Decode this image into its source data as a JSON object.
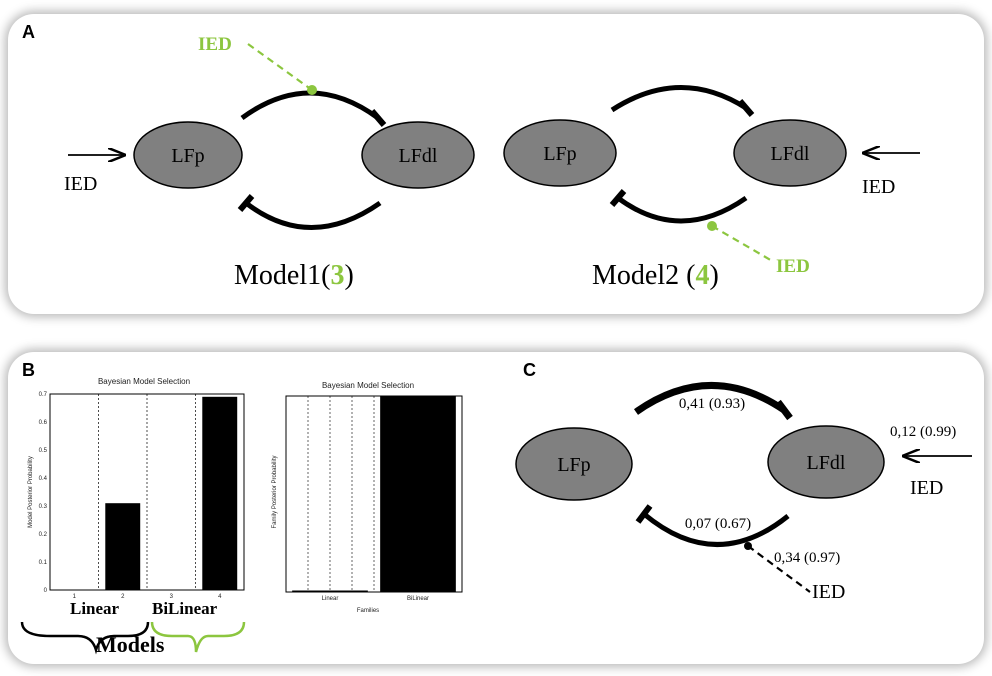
{
  "panel_a": {
    "label": "A",
    "model1": {
      "node_left": "LFp",
      "node_right": "LFdl",
      "input_label": "IED",
      "modulator_label": "IED",
      "title_prefix": "Model1(",
      "title_number": "3",
      "title_suffix": ")"
    },
    "model2": {
      "node_left": "LFp",
      "node_right": "LFdl",
      "input_label": "IED",
      "modulator_label": "IED",
      "title_prefix": "Model2  (",
      "title_number": "4",
      "title_suffix": ")"
    },
    "colors": {
      "node_fill": "#808080",
      "modulation": "#8cc63f"
    }
  },
  "panel_b": {
    "label": "B",
    "left_chart": {
      "title": "Bayesian Model Selection",
      "ylabel": "Model Posterior Probability",
      "x_ticks": [
        "1",
        "2",
        "3",
        "4"
      ],
      "y_ticks": [
        "0",
        "0.1",
        "0.2",
        "0.3",
        "0.4",
        "0.5",
        "0.6",
        "0.7"
      ]
    },
    "right_chart": {
      "title": "Bayesian Model Selection",
      "ylabel": "Family Posterior Probability",
      "xlabel": "Families",
      "x_ticks": [
        "Linear",
        "BiLinear"
      ]
    },
    "group_linear": "Linear",
    "group_bilinear": "BiLinear",
    "models_label": "Models",
    "colors": {
      "linear_brace": "#000000",
      "bilinear_brace": "#8cc63f"
    }
  },
  "chart_data": [
    {
      "type": "bar",
      "title": "Bayesian Model Selection",
      "ylabel": "Model Posterior Probability",
      "categories": [
        "1",
        "2",
        "3",
        "4"
      ],
      "values": [
        0,
        0.31,
        0,
        0.69
      ],
      "ylim": [
        0,
        0.7
      ],
      "grid": "vertical dashed"
    },
    {
      "type": "bar",
      "title": "Bayesian Model Selection",
      "ylabel": "Family Posterior Probability",
      "xlabel": "Families",
      "categories": [
        "Linear",
        "BiLinear"
      ],
      "values": [
        0.005,
        1.0
      ],
      "ylim": [
        0,
        1
      ],
      "grid": "vertical dashed"
    }
  ],
  "panel_c": {
    "label": "C",
    "node_left": "LFp",
    "node_right": "LFdl",
    "top_weight": "0,41 (0.93)",
    "bottom_weight": "0,07 (0.67)",
    "input_weight": "0,12 (0.99)",
    "input_label": "IED",
    "modulation_weight": "0,34 (0.97)",
    "modulator_label": "IED"
  }
}
